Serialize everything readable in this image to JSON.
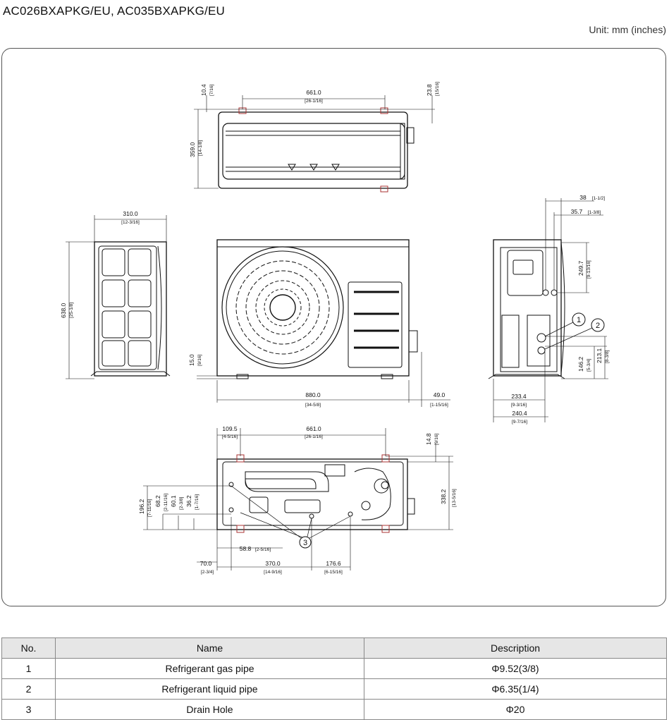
{
  "header": {
    "title": "AC026BXAPKG/EU, AC035BXAPKG/EU",
    "unit": "Unit: mm (inches)"
  },
  "drawing": {
    "top_view": {
      "width_mm": "661.0",
      "width_in": "[26-1/16]",
      "left_off_mm": "10.4",
      "left_off_in": "[7/16]",
      "right_off_mm": "23.8",
      "right_off_in": "[15/16]",
      "depth_mm": "359.0",
      "depth_in": "[14-1/8]"
    },
    "side_view": {
      "width_mm": "310.0",
      "width_in": "[12-3/16]",
      "height_mm": "638.0",
      "height_in": "[25-1/8]"
    },
    "front_view": {
      "width_mm": "880.0",
      "width_in": "[34-5/8]",
      "valve_mm": "49.0",
      "valve_in": "[1-15/16]",
      "foot_mm": "15.0",
      "foot_in": "[9/16]"
    },
    "right_view": {
      "d38_mm": "38",
      "d38_in": "[1-1/2]",
      "d357_mm": "35.7",
      "d357_in": "[1-3/8]",
      "d2497_mm": "249.7",
      "d2497_in": "[9-13/16]",
      "d2131_mm": "213.1",
      "d2131_in": "[8-3/8]",
      "d1462_mm": "146.2",
      "d1462_in": "[5-3/4]",
      "d2334_mm": "233.4",
      "d2334_in": "[9-3/16]",
      "d2404_mm": "240.4",
      "d2404_in": "[9-7/16]",
      "callout1": "1",
      "callout2": "2"
    },
    "base_view": {
      "d1095_mm": "109.5",
      "d1095_in": "[4-5/16]",
      "d661_mm": "661.0",
      "d661_in": "[26-1/16]",
      "d148_mm": "14.8",
      "d148_in": "[9/16]",
      "d3382_mm": "338.2",
      "d3382_in": "[13-5/16]",
      "d1962_mm": "196.2",
      "d1962_in": "[7-11/16]",
      "d682_mm": "68.2",
      "d682_in": "[2-11/16]",
      "d601_mm": "60.1",
      "d601_in": "[2-3/8]",
      "d362_mm": "36.2",
      "d362_in": "[1-7/16]",
      "d588_mm": "58.8",
      "d588_in": "[2-5/16]",
      "d700_mm": "70.0",
      "d700_in": "[2-3/4]",
      "d3700_mm": "370.0",
      "d3700_in": "[14-9/16]",
      "d1766_mm": "176.6",
      "d1766_in": "[6-15/16]",
      "callout3": "3"
    }
  },
  "table": {
    "headers": {
      "no": "No.",
      "name": "Name",
      "desc": "Description"
    },
    "rows": [
      {
        "no": "1",
        "name": "Refrigerant gas pipe",
        "desc": "Φ9.52(3/8)"
      },
      {
        "no": "2",
        "name": "Refrigerant liquid pipe",
        "desc": "Φ6.35(1/4)"
      },
      {
        "no": "3",
        "name": "Drain Hole",
        "desc": "Φ20"
      }
    ]
  }
}
